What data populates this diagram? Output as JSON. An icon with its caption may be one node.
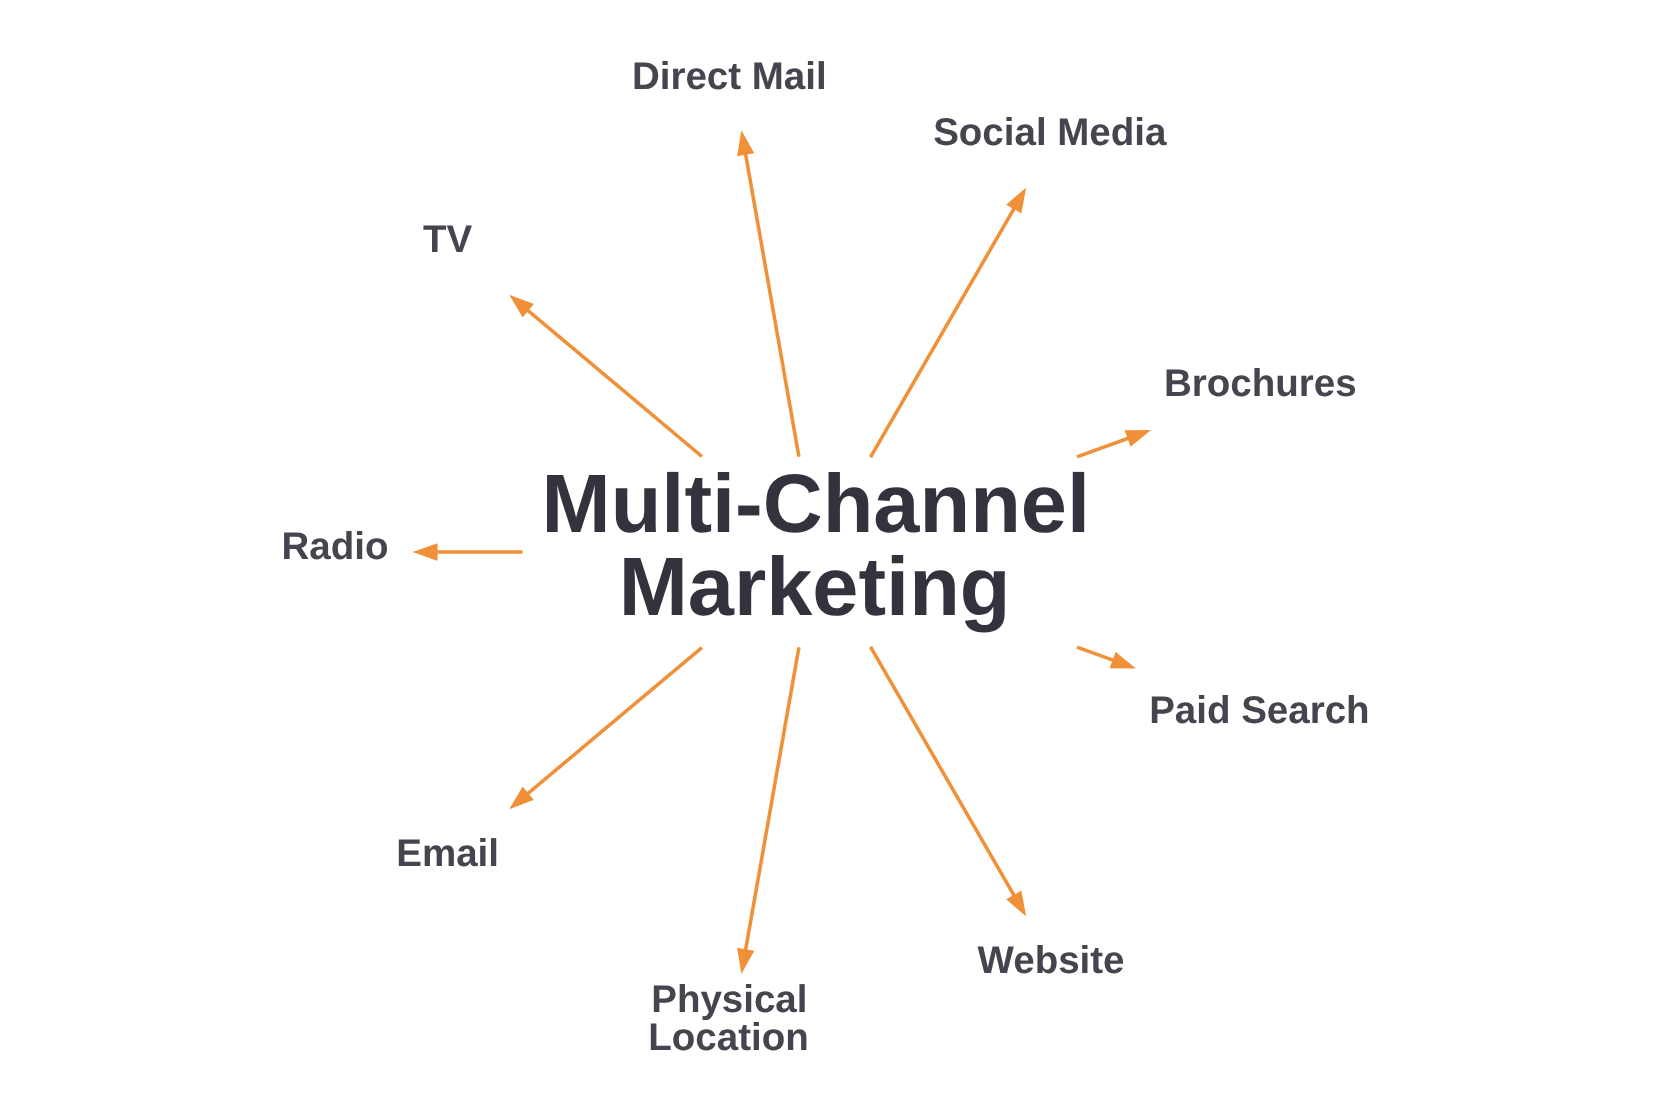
{
  "diagram": {
    "nodes": [
      {
        "text": [
          "Multi-Channel Marketing"
        ]
      },
      {
        "text": [
          "Brochures"
        ]
      },
      {
        "text": [
          "Social Media"
        ]
      },
      {
        "text": [
          "Direct Mail"
        ]
      },
      {
        "text": [
          "TV"
        ]
      },
      {
        "text": [
          "Radio"
        ]
      },
      {
        "text": [
          "Email"
        ]
      },
      {
        "text": [
          "Physical Location"
        ]
      },
      {
        "text": [
          "Website"
        ]
      },
      {
        "text": [
          "Paid Search"
        ]
      }
    ],
    "edges": [
      {
        "from": 0,
        "to": 1,
        "arrow": "to"
      },
      {
        "from": 0,
        "to": 2,
        "arrow": "to"
      },
      {
        "from": 0,
        "to": 3,
        "arrow": "to"
      },
      {
        "from": 0,
        "to": 4,
        "arrow": "to"
      },
      {
        "from": 0,
        "to": 5,
        "arrow": "to"
      },
      {
        "from": 0,
        "to": 6,
        "arrow": "to"
      },
      {
        "from": 0,
        "to": 7,
        "arrow": "to"
      },
      {
        "from": 0,
        "to": 8,
        "arrow": "to"
      },
      {
        "from": 0,
        "to": 9,
        "arrow": "to"
      }
    ]
  }
}
